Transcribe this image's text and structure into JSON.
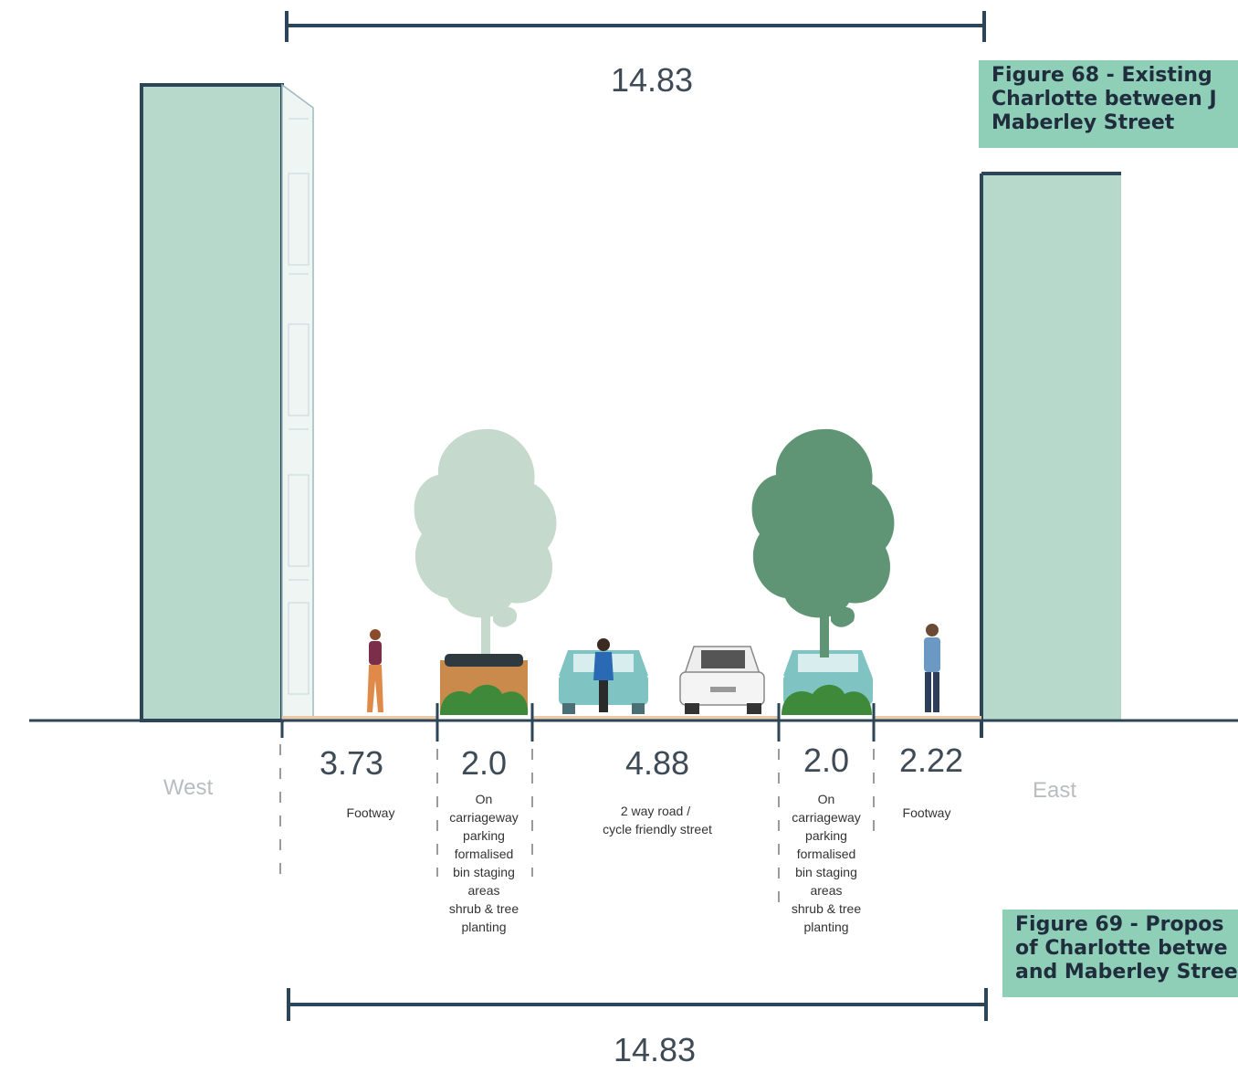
{
  "top_dimension": "14.83",
  "bottom_dimension": "14.83",
  "captions": {
    "existing": [
      "Figure 68 - Existing",
      "Charlotte between J",
      "Maberley Street"
    ],
    "proposed": [
      "Figure 69 - Propos",
      "of Charlotte betwe",
      "and Maberley Stree"
    ]
  },
  "sides": {
    "west": "West",
    "east": "East"
  },
  "segments": [
    {
      "width": "3.73",
      "desc": [
        "Footway"
      ]
    },
    {
      "width": "2.0",
      "desc": [
        "On",
        "carriageway",
        "parking",
        "formalised",
        "bin staging",
        "areas",
        "shrub & tree",
        "planting"
      ]
    },
    {
      "width": "4.88",
      "desc": [
        "2 way road  /",
        "cycle friendly street"
      ]
    },
    {
      "width": "2.0",
      "desc": [
        "On",
        "carriageway",
        "parking",
        "formalised",
        "bin staging",
        "areas",
        "shrub & tree",
        "planting"
      ]
    },
    {
      "width": "2.22",
      "desc": [
        "Footway"
      ]
    }
  ],
  "colors": {
    "building_fill": "#b7d9cb",
    "building_stroke": "#2c4559",
    "ground": "#2c4559",
    "footway": "#e8c9a8",
    "tree_light": "#c5d9cc",
    "tree_dark": "#5f9574",
    "car_teal": "#7fc4c2",
    "planter": "#c98a4c",
    "shrub": "#3e8a3a",
    "caption_bg": "#8fcfb8"
  }
}
